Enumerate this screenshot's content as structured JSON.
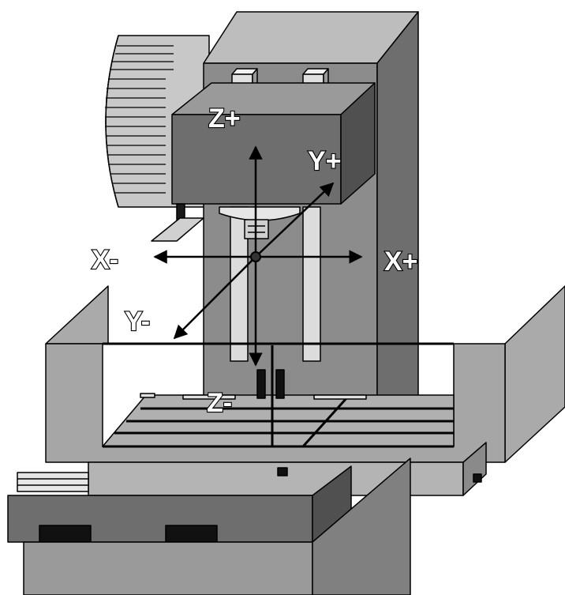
{
  "axes": {
    "z_plus": "Z+",
    "z_minus": "Z-",
    "y_plus": "Y+",
    "y_minus": "Y-",
    "x_plus": "X+",
    "x_minus": "X-"
  },
  "colors": {
    "outline": "#000000",
    "background": "#ffffff",
    "light_gray": "#c8c8c8",
    "mid_gray": "#a0a0a0",
    "dark_gray": "#6e6e6e",
    "darker_gray": "#505050",
    "near_black": "#111111"
  }
}
